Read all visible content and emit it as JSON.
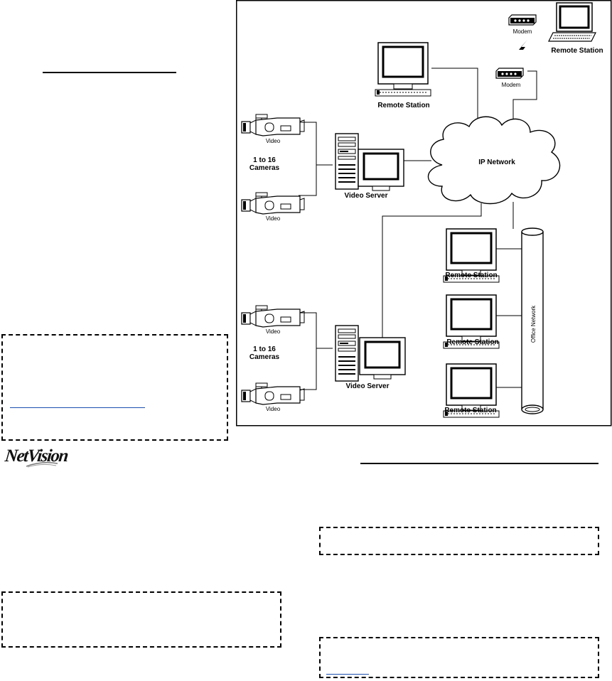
{
  "diagram": {
    "labels": {
      "modem_top": "Modem",
      "remote_station_laptop": "Remote Station",
      "modem_bottom": "Modem",
      "remote_station_top": "Remote Station",
      "video_1": "Video",
      "cameras_1": "1 to 16",
      "cameras_1b": "Cameras",
      "video_server_1": "Video Server",
      "video_2": "Video",
      "ip_network": "IP Network",
      "remote_station_right_1": "Remote Station",
      "video_3": "Video",
      "cameras_2": "1 to 16",
      "cameras_2b": "Cameras",
      "remote_station_right_2": "Remote Station",
      "office_network": "Office Network",
      "video_server_2": "Video Server",
      "remote_station_right_3": "Remote Station",
      "video_4": "Video"
    }
  },
  "logo": {
    "text": "NetVision"
  }
}
